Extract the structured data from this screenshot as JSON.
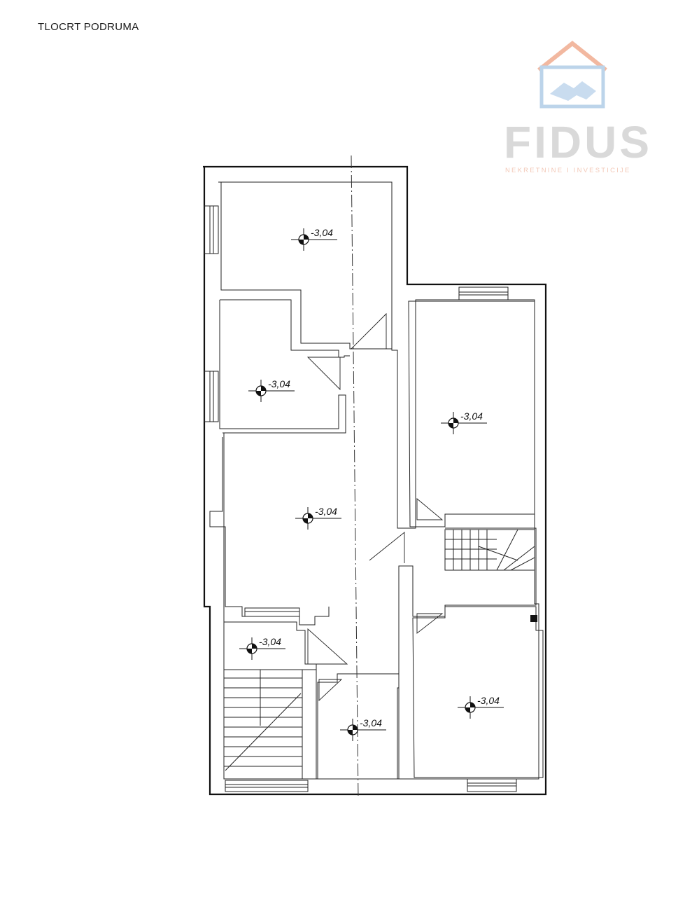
{
  "title": "TLOCRT PODRUMA",
  "watermark": {
    "brand": "FIDUS",
    "tagline": "NEKRETNINE I INVESTICIJE",
    "colors": {
      "roof": "#f2b8a0",
      "hands": "#bcd4ea",
      "text": "#d9d9d9",
      "tagline": "#f3c9b8"
    }
  },
  "rooms": [
    {
      "id": "room-top-left",
      "level": "-3,04"
    },
    {
      "id": "room-small-left",
      "level": "-3,04"
    },
    {
      "id": "room-right-upper",
      "level": "-3,04"
    },
    {
      "id": "room-central-hall",
      "level": "-3,04"
    },
    {
      "id": "room-stair-lobby",
      "level": "-3,04"
    },
    {
      "id": "room-small-bottom",
      "level": "-3,04"
    },
    {
      "id": "room-right-lower",
      "level": "-3,04"
    }
  ],
  "colors": {
    "walls": "#111111",
    "paper": "#ffffff"
  }
}
